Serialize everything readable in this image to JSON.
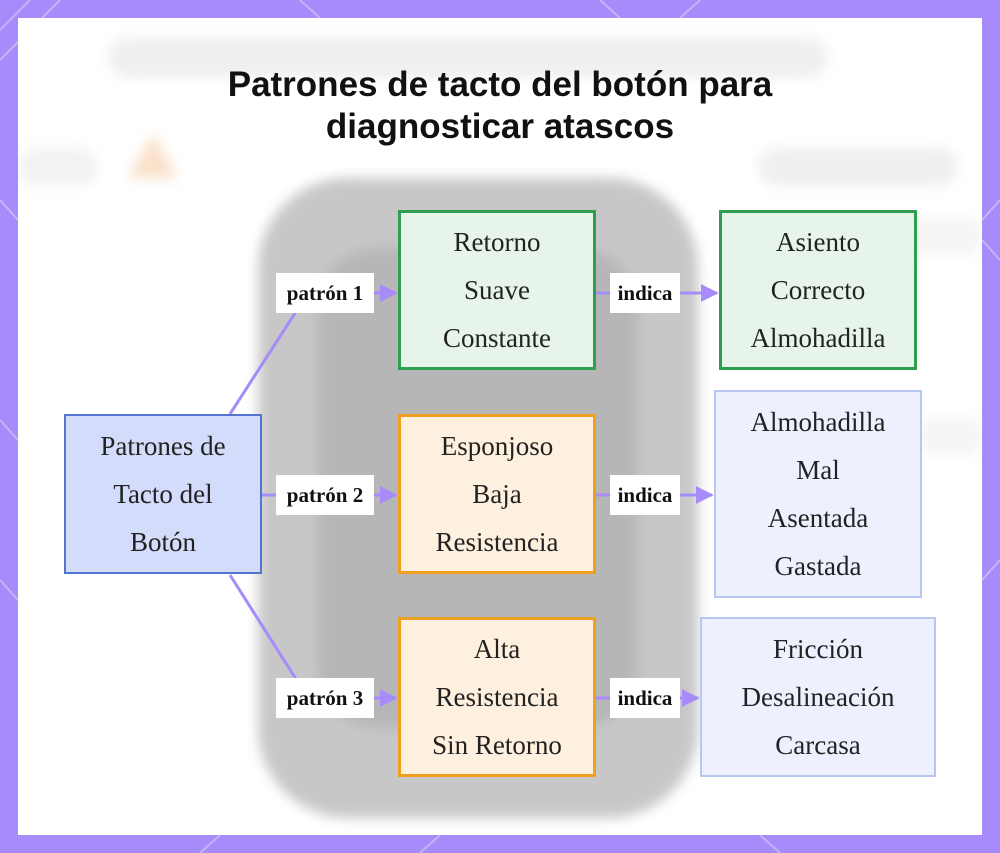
{
  "title": {
    "line1": "Patrones de tacto del botón para",
    "line2": "diagnosticar atascos"
  },
  "root": {
    "lines": [
      "Patrones de",
      "Tacto del",
      "Botón"
    ]
  },
  "patterns": [
    {
      "edge_label": "patrón 1",
      "lines": [
        "Retorno",
        "Suave",
        "Constante"
      ],
      "result_edge_label": "indica",
      "result_lines": [
        "Asiento",
        "Correcto",
        "Almohadilla"
      ]
    },
    {
      "edge_label": "patrón 2",
      "lines": [
        "Esponjoso",
        "Baja",
        "Resistencia"
      ],
      "result_edge_label": "indica",
      "result_lines": [
        "Almohadilla",
        "Mal",
        "Asentada",
        "Gastada"
      ]
    },
    {
      "edge_label": "patrón 3",
      "lines": [
        "Alta",
        "Resistencia",
        "Sin Retorno"
      ],
      "result_edge_label": "indica",
      "result_lines": [
        "Fricción",
        "Desalineación",
        "Carcasa"
      ]
    }
  ],
  "colors": {
    "frame": "#a78bfa",
    "edge": "#a78bfa",
    "root_fill": "#d4dcfb",
    "root_border": "#5474d0",
    "green_fill": "#e6f4ea",
    "green_border": "#2e9e4f",
    "orange_fill": "#fdf0de",
    "orange_border": "#f0a020",
    "blue_fill": "#eef1fd",
    "blue_border": "#b8c6f2"
  }
}
